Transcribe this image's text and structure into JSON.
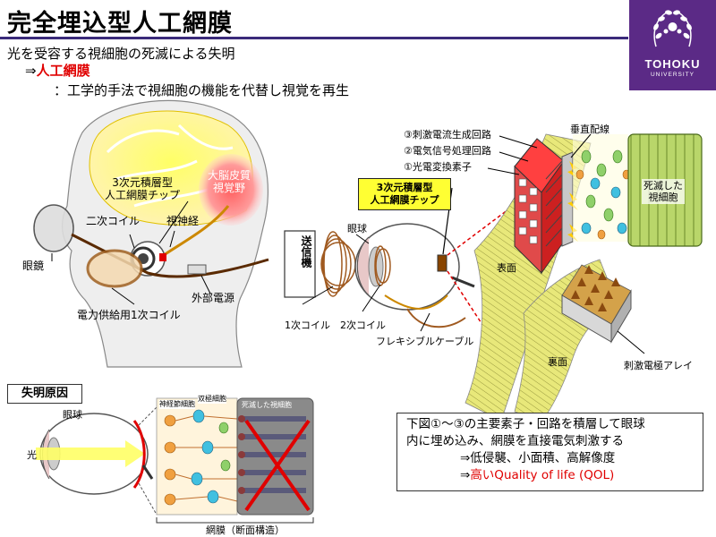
{
  "title": "完全埋込型人工網膜",
  "header": {
    "line1": "光を受容する視細胞の死滅による失明",
    "line2_arrow": "⇒",
    "line2_red": "人工網膜",
    "line3": "：工学的手法で視細胞の機能を代替し視覚を再生"
  },
  "logo": {
    "name": "TOHOKU",
    "sub": "UNIVERSITY",
    "bg_color": "#5b2a86"
  },
  "head_figure": {
    "chip_label_1": "3次元積層型",
    "chip_label_2": "人工網膜チップ",
    "cortex_label_1": "大脳皮質",
    "cortex_label_2": "視覚野",
    "secondary_coil": "二次コイル",
    "optic_nerve": "視神経",
    "glasses": "眼鏡",
    "external_power": "外部電源",
    "primary_coil": "電力供給用1次コイル"
  },
  "eye_figure": {
    "transmitter": "送信機",
    "eyeball": "眼球",
    "chip_box_1": "3次元積層型",
    "chip_box_2": "人工網膜チップ",
    "coil1": "1次コイル",
    "coil2": "2次コイル",
    "cable": "フレキシブルケーブル"
  },
  "stack_figure": {
    "layer3": "③刺激電流生成回路",
    "layer2": "②電気信号処理回路",
    "layer1": "①光電変換素子",
    "vertical_wiring": "垂直配線",
    "dead_cells_1": "死滅した",
    "dead_cells_2": "視細胞",
    "front": "表面",
    "back": "裏面",
    "electrode_array": "刺激電極アレイ"
  },
  "cause_figure": {
    "box_label": "失明原因",
    "eyeball": "眼球",
    "light": "光",
    "ganglion": "神経節細胞",
    "bipolar": "双極細胞",
    "dead": "死滅した視細胞",
    "caption": "網膜（断面構造）"
  },
  "summary": {
    "line1": "下図①～③の主要素子・回路を積層して眼球",
    "line2": "内に埋め込み、網膜を直接電気刺激する",
    "line3": "⇒低侵襲、小面積、高解像度",
    "line4_arrow": "⇒",
    "line4_red": "高いQuality of life (QOL)"
  },
  "colors": {
    "accent_red": "#e00000",
    "title_rule": "#3a2a7a",
    "chip_box": "#ffff33",
    "dead_cells": "#b9d66a"
  }
}
